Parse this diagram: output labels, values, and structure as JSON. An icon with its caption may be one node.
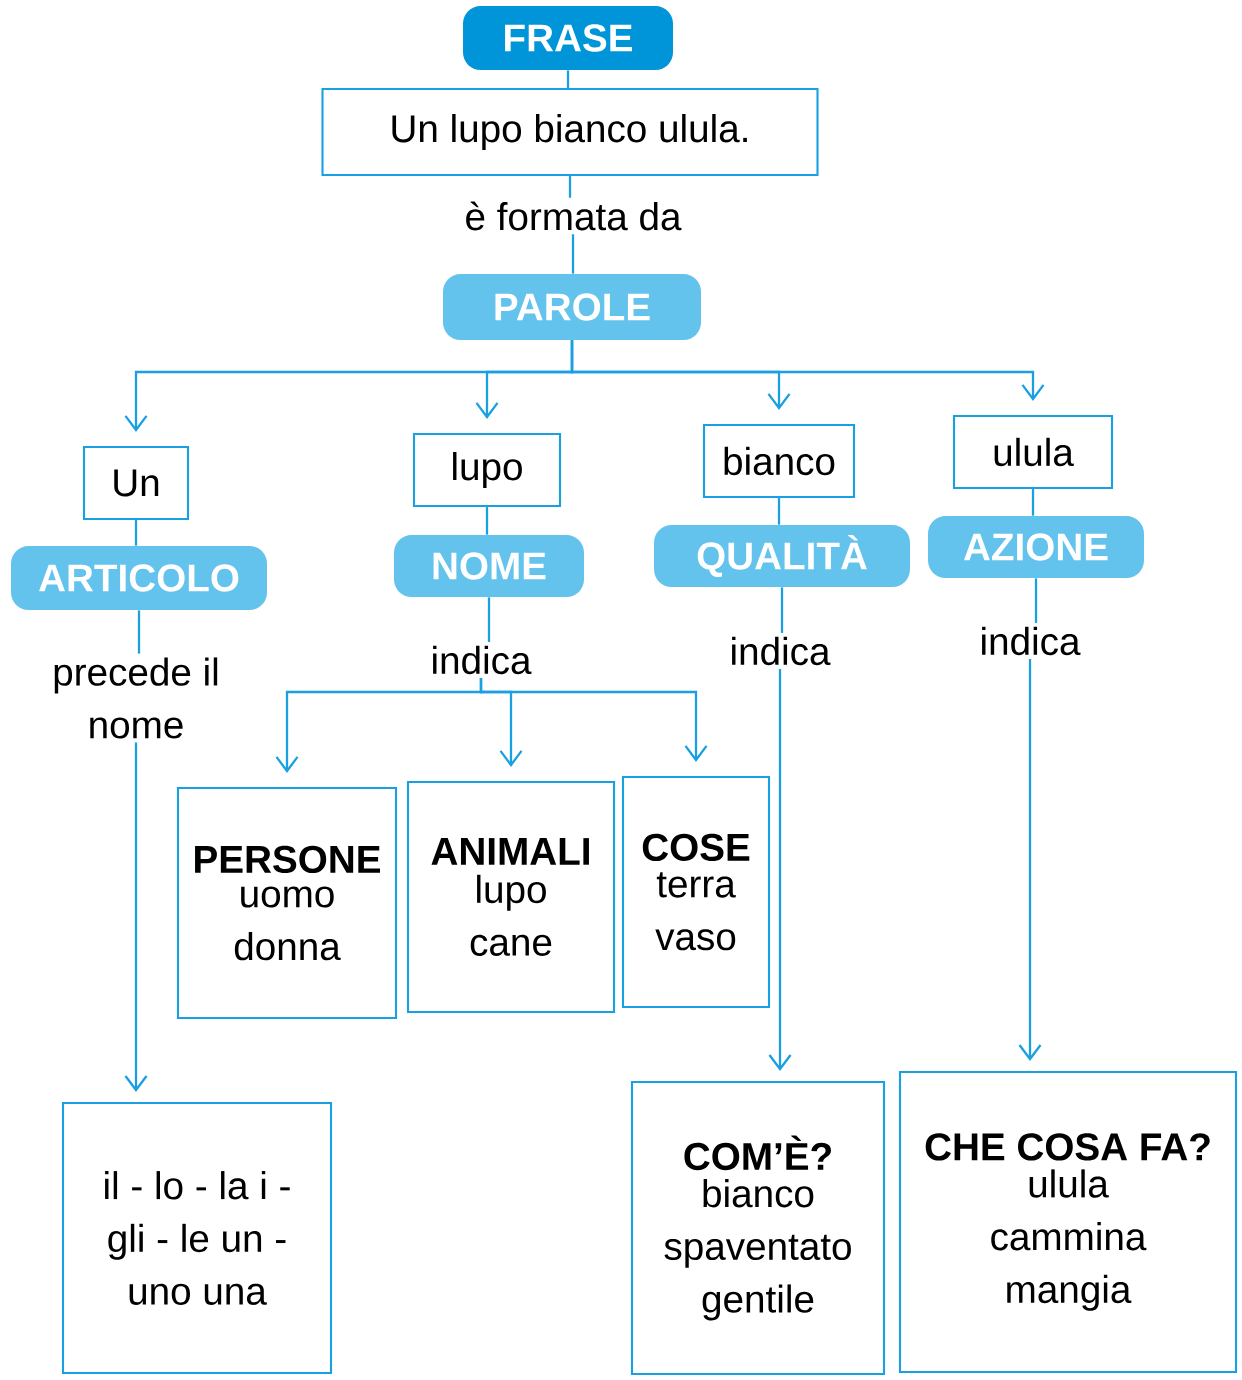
{
  "diagram": {
    "nodes": [
      {
        "text": [
          "FRASE"
        ]
      },
      {
        "text": [
          "Un lupo bianco ulula."
        ]
      },
      {
        "text": [
          "è formata da"
        ]
      },
      {
        "text": [
          "PAROLE"
        ]
      },
      {
        "text": [
          "Un"
        ]
      },
      {
        "text": [
          "ARTICOLO"
        ]
      },
      {
        "text": [
          "precede il nome"
        ]
      },
      {
        "text": [
          "lupo"
        ]
      },
      {
        "text": [
          "NOME"
        ]
      },
      {
        "text": [
          "indica"
        ]
      },
      {
        "text": [
          "bianco"
        ]
      },
      {
        "text": [
          "QUALITÀ"
        ]
      },
      {
        "text": [
          "indica"
        ]
      },
      {
        "text": [
          "ulula"
        ]
      },
      {
        "text": [
          "AZIONE"
        ]
      },
      {
        "text": [
          "indica"
        ]
      },
      {
        "text": [
          "PERSONE",
          "uomo donna"
        ]
      },
      {
        "text": [
          "ANIMALI",
          "lupo cane"
        ]
      },
      {
        "text": [
          "COSE",
          "terra vaso"
        ]
      },
      {
        "text": [
          "il - lo - la i - gli - le un - uno una"
        ]
      },
      {
        "text": [
          "COM’È?",
          "bianco spaventato gentile"
        ]
      },
      {
        "text": [
          "CHE COSA FA?",
          "ulula cammina mangia"
        ]
      }
    ],
    "edges": [
      {
        "from": 0,
        "to": 1,
        "arrow": "none"
      },
      {
        "from": 1,
        "to": 2,
        "arrow": "none"
      },
      {
        "from": 2,
        "to": 3,
        "arrow": "none"
      },
      {
        "from": 3,
        "to": 4,
        "arrow": "to"
      },
      {
        "from": 3,
        "to": 7,
        "arrow": "to"
      },
      {
        "from": 3,
        "to": 10,
        "arrow": "to"
      },
      {
        "from": 3,
        "to": 13,
        "arrow": "to"
      },
      {
        "from": 4,
        "to": 5,
        "arrow": "none"
      },
      {
        "from": 5,
        "to": 6,
        "arrow": "none"
      },
      {
        "from": 6,
        "to": 19,
        "arrow": "to"
      },
      {
        "from": 7,
        "to": 8,
        "arrow": "none"
      },
      {
        "from": 8,
        "to": 9,
        "arrow": "none"
      },
      {
        "from": 9,
        "to": 16,
        "arrow": "to"
      },
      {
        "from": 9,
        "to": 17,
        "arrow": "to"
      },
      {
        "from": 9,
        "to": 18,
        "arrow": "to"
      },
      {
        "from": 10,
        "to": 11,
        "arrow": "none"
      },
      {
        "from": 11,
        "to": 12,
        "arrow": "none"
      },
      {
        "from": 12,
        "to": 20,
        "arrow": "to"
      },
      {
        "from": 13,
        "to": 14,
        "arrow": "none"
      },
      {
        "from": 14,
        "to": 15,
        "arrow": "none"
      },
      {
        "from": 15,
        "to": 21,
        "arrow": "to"
      }
    ]
  }
}
